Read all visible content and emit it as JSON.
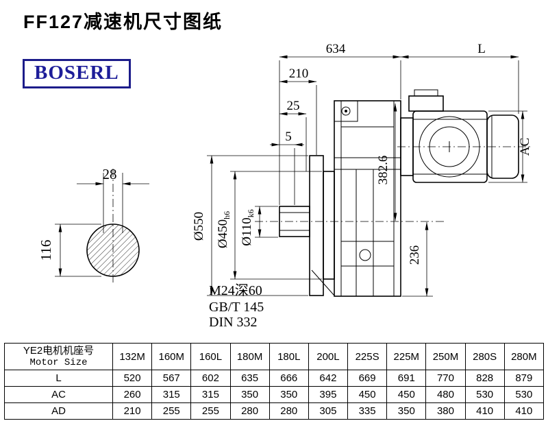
{
  "title": "FF127减速机尺寸图纸",
  "logo": "BOSERL",
  "drawing": {
    "dims": {
      "overall_width": "634",
      "motor_length": "L",
      "dim_210": "210",
      "dim_25": "25",
      "dim_5": "5",
      "motor_height": "AC",
      "flange_od": "Ø550",
      "spigot_d": "Ø450",
      "spigot_tol": "h6",
      "bore_d": "Ø110",
      "bore_tol": "k6",
      "center_dim": "382.6",
      "base_dim": "236",
      "key_width": "28",
      "shaft_d": "116"
    },
    "notes": {
      "tap": "M24深60",
      "std1": "GB/T 145",
      "std2": "DIN 332"
    }
  },
  "table": {
    "header": {
      "line1": "YE2电机机座号",
      "line2": "Motor Size"
    },
    "columns": [
      "132M",
      "160M",
      "160L",
      "180M",
      "180L",
      "200L",
      "225S",
      "225M",
      "250M",
      "280S",
      "280M"
    ],
    "rows": [
      {
        "label": "L",
        "values": [
          520,
          567,
          602,
          635,
          666,
          642,
          669,
          691,
          770,
          828,
          879
        ]
      },
      {
        "label": "AC",
        "values": [
          260,
          315,
          315,
          350,
          350,
          395,
          450,
          450,
          480,
          530,
          530
        ]
      },
      {
        "label": "AD",
        "values": [
          210,
          255,
          255,
          280,
          280,
          305,
          335,
          350,
          380,
          410,
          410
        ]
      }
    ]
  }
}
